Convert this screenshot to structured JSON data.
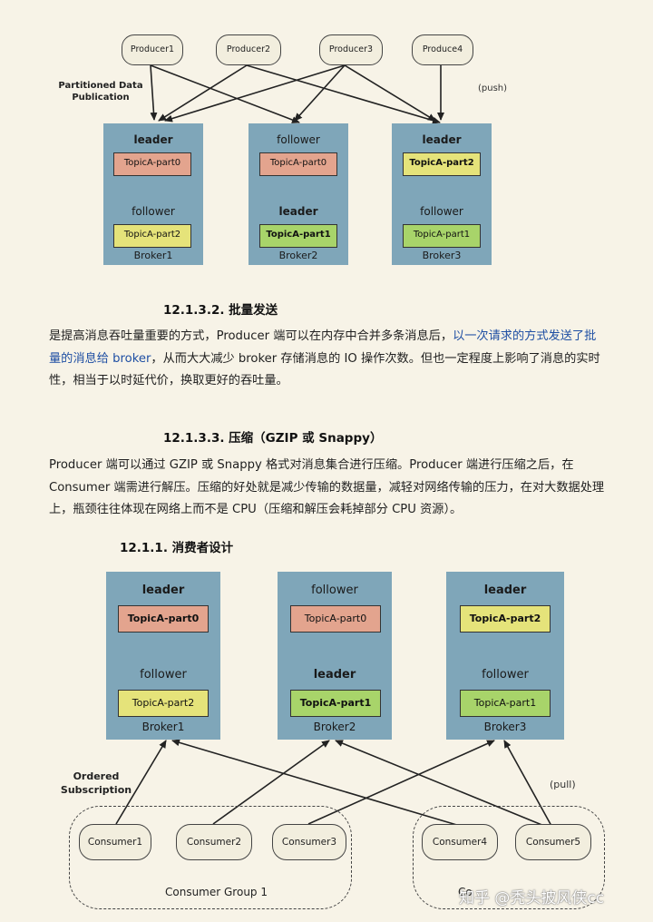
{
  "diagram_top": {
    "producers": [
      "Producer1",
      "Producer2",
      "Producer3",
      "Produce4"
    ],
    "caption": "Partitioned Data Publication",
    "mode": "(push)",
    "brokers": [
      {
        "name": "Broker1",
        "top_role": "leader",
        "top_part": "TopicA-part0",
        "bottom_role": "follower",
        "bottom_part": "TopicA-part2"
      },
      {
        "name": "Broker2",
        "top_role": "follower",
        "top_part": "TopicA-part0",
        "bottom_role": "leader",
        "bottom_part": "TopicA-part1"
      },
      {
        "name": "Broker3",
        "top_role": "leader",
        "top_part": "TopicA-part2",
        "bottom_role": "follower",
        "bottom_part": "TopicA-part1"
      }
    ]
  },
  "section_batch": {
    "heading": "12.1.3.2.  批量发送",
    "text_before": "是提高消息吞吐量重要的方式，Producer 端可以在内存中合并多条消息后，",
    "text_highlight": "以一次请求的方式发送了批量的消息给 broker",
    "text_after": "，从而大大减少 broker 存储消息的 IO 操作次数。但也一定程度上影响了消息的实时性，相当于以时延代价，换取更好的吞吐量。"
  },
  "section_compress": {
    "heading": "12.1.3.3.  压缩（GZIP 或 Snappy）",
    "text": "Producer 端可以通过 GZIP 或 Snappy 格式对消息集合进行压缩。Producer 端进行压缩之后，在 Consumer 端需进行解压。压缩的好处就是减少传输的数据量，减轻对网络传输的压力，在对大数据处理上，瓶颈往往体现在网络上而不是 CPU（压缩和解压会耗掉部分 CPU 资源）。"
  },
  "section_consumer": {
    "heading": "12.1.1.    消费者设计"
  },
  "diagram_bottom": {
    "brokers": [
      {
        "name": "Broker1",
        "top_role": "leader",
        "top_part": "TopicA-part0",
        "bottom_role": "follower",
        "bottom_part": "TopicA-part2"
      },
      {
        "name": "Broker2",
        "top_role": "follower",
        "top_part": "TopicA-part0",
        "bottom_role": "leader",
        "bottom_part": "TopicA-part1"
      },
      {
        "name": "Broker3",
        "top_role": "leader",
        "top_part": "TopicA-part2",
        "bottom_role": "follower",
        "bottom_part": "TopicA-part1"
      }
    ],
    "caption": "Ordered Subscription",
    "mode": "(pull)",
    "consumers": [
      "Consumer1",
      "Consumer2",
      "Consumer3",
      "Consumer4",
      "Consumer5"
    ],
    "group1_label": "Consumer Group 1",
    "group2_label": "Co"
  },
  "watermark": "知乎 @秃头披风侠cc",
  "colors": {
    "page_bg": "#f7f3e7",
    "broker_bg": "#7fa6b9",
    "partition_part0": "#e3a48e",
    "partition_part2": "#e5e37a",
    "partition_part1": "#a8d46a",
    "link_blue": "#1f4fa3"
  }
}
